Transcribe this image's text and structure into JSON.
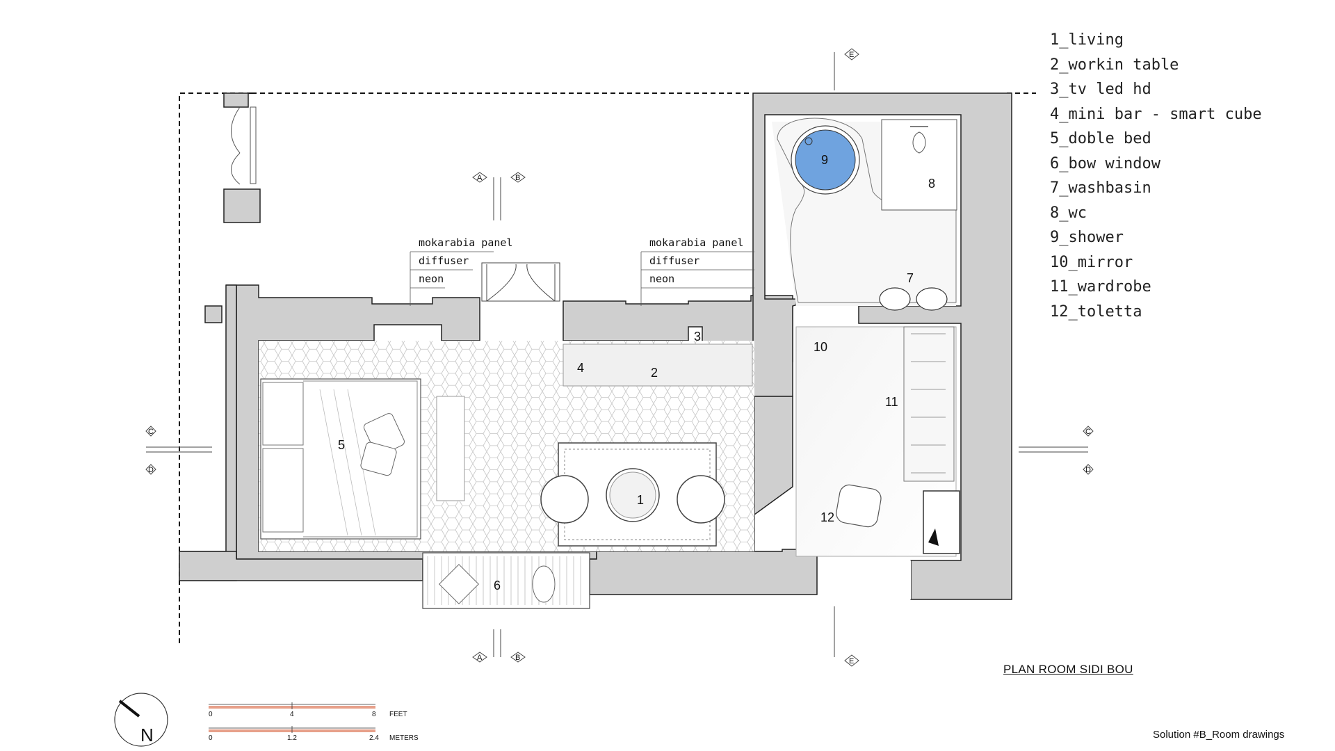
{
  "legend": [
    "1_living",
    "2_workin table",
    "3_tv led hd",
    "4_mini bar - smart cube",
    "5_doble bed",
    "6_bow window",
    "7_washbasin",
    "8_wc",
    "9_shower",
    "10_mirror",
    "11_wardrobe",
    "12_toletta"
  ],
  "room_numbers": [
    "1",
    "2",
    "3",
    "4",
    "5",
    "6",
    "7",
    "8",
    "9",
    "10",
    "11",
    "12"
  ],
  "annotations": {
    "left": [
      "mokarabia panel",
      "diffuser",
      "neon"
    ],
    "right": [
      "mokarabia panel",
      "diffuser",
      "neon"
    ]
  },
  "section_markers": {
    "a": "A",
    "b": "B",
    "c": "C",
    "d": "D",
    "e": "E"
  },
  "north": {
    "letter": "N"
  },
  "scale": {
    "feet_label": "FEET",
    "meters_label": "METERS",
    "feet_ticks": [
      "0",
      "4",
      "8"
    ],
    "meter_ticks": [
      "0",
      "1.2",
      "2.4"
    ]
  },
  "title": "PLAN ROOM SIDI BOU",
  "footer": "Solution  #B_Room drawings",
  "colors": {
    "wall": "#cfcfcf",
    "wall_stroke": "#222222",
    "shower": "#6fa3df",
    "scale_bar": "#e7a08a"
  }
}
